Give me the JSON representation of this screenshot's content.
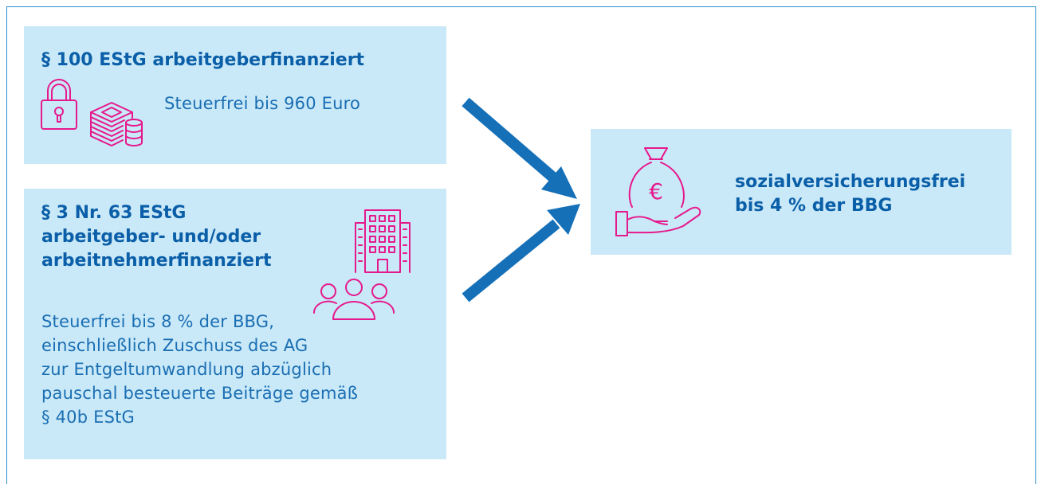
{
  "box1": {
    "title": "§ 100 EStG arbeitgeberfinanziert",
    "text": "Steuerfrei bis 960 Euro"
  },
  "box2": {
    "title_lines": [
      "§ 3 Nr. 63 EStG",
      "arbeitgeber- und/oder",
      "arbeitnehmerfinanziert"
    ],
    "text_lines": [
      "Steuerfrei bis 8 % der BBG,",
      "einschließlich Zuschuss des AG",
      "zur Entgeltumwandlung abzüglich",
      "pauschal besteuerte Beiträge gemäß",
      "§ 40b EStG"
    ]
  },
  "box3": {
    "text_lines": [
      "sozialversicherungsfrei",
      "bis 4 % der BBG"
    ],
    "currency_symbol": "€"
  },
  "colors": {
    "box_fill": "#c9e9f8",
    "title": "#0b5fa8",
    "text": "#1a6eb3",
    "icon": "#e6198c",
    "arrow": "#1570b8",
    "frame": "#2b8fd0"
  }
}
